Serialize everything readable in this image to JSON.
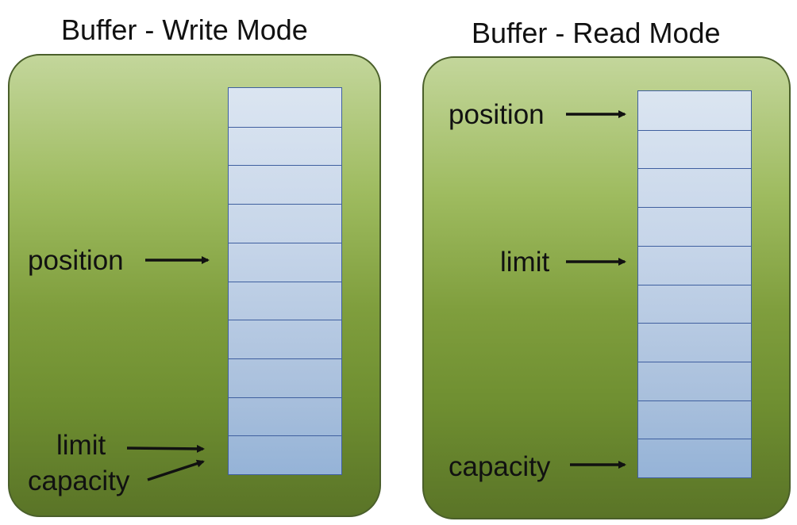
{
  "write_mode": {
    "title": "Buffer - Write Mode",
    "labels": {
      "position": "position",
      "limit": "limit",
      "capacity": "capacity"
    },
    "cell_count": 10
  },
  "read_mode": {
    "title": "Buffer - Read Mode",
    "labels": {
      "position": "position",
      "limit": "limit",
      "capacity": "capacity"
    },
    "cell_count": 10
  },
  "colors": {
    "panel_top": "#c3d69b",
    "panel_bottom": "#5a7427",
    "buffer_top": "#dbe5f1",
    "buffer_bottom": "#95b3d7",
    "buffer_border": "#3f5f9f"
  }
}
